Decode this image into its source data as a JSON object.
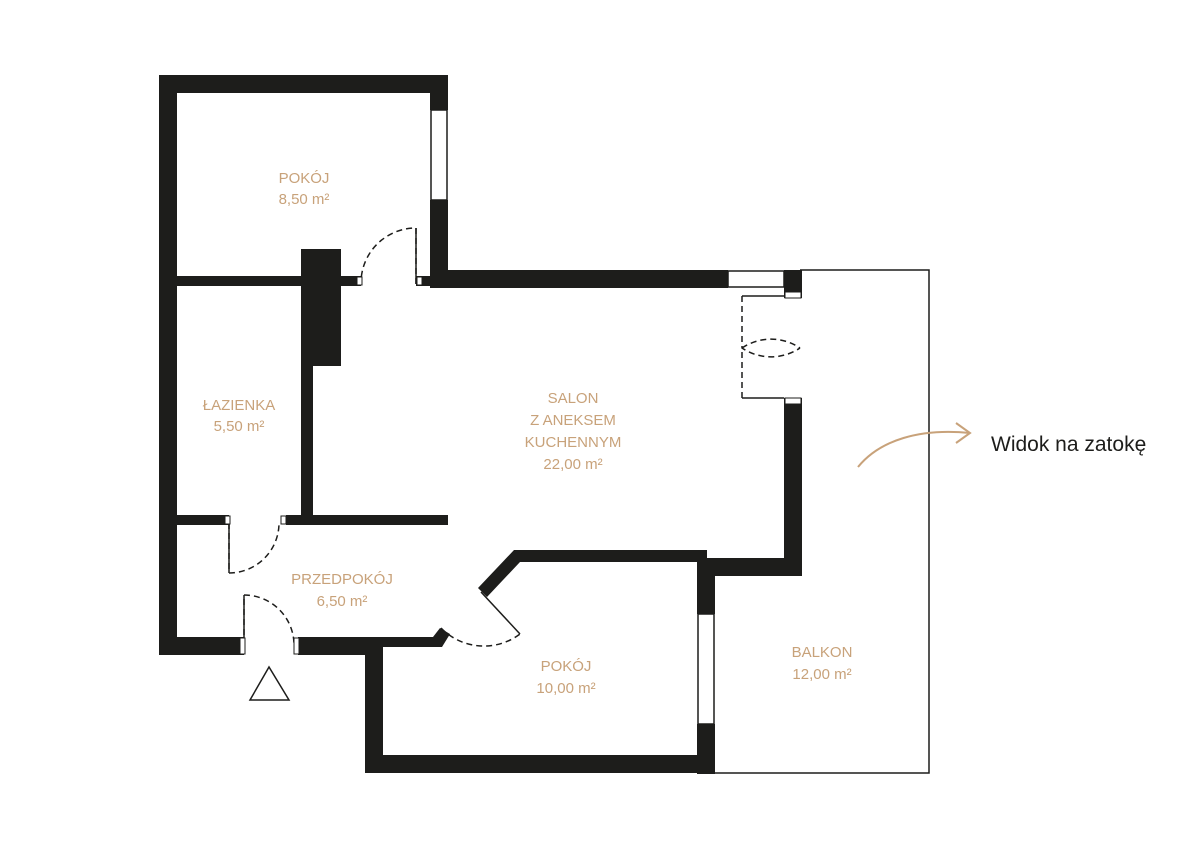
{
  "colors": {
    "wall": "#1d1d1b",
    "label": "#c8a27a",
    "arrow": "#c8a27a",
    "background": "#ffffff"
  },
  "rooms": [
    {
      "id": "pokoj-top",
      "name": "POKÓJ",
      "area": "8,50 m²"
    },
    {
      "id": "lazienka",
      "name": "ŁAZIENKA",
      "area": "5,50 m²"
    },
    {
      "id": "salon",
      "name_lines": [
        "SALON",
        "Z ANEKSEM",
        "KUCHENNYM"
      ],
      "area": "22,00 m²"
    },
    {
      "id": "przedpokoj",
      "name": "PRZEDPOKÓJ",
      "area": "6,50 m²"
    },
    {
      "id": "pokoj-bottom",
      "name": "POKÓJ",
      "area": "10,00 m²"
    },
    {
      "id": "balkon",
      "name": "BALKON",
      "area": "12,00 m²"
    }
  ],
  "view": {
    "label": "Widok na zatokę",
    "arrow_icon": "curved-arrow-icon"
  },
  "entrance": {
    "icon": "entrance-triangle-icon"
  }
}
